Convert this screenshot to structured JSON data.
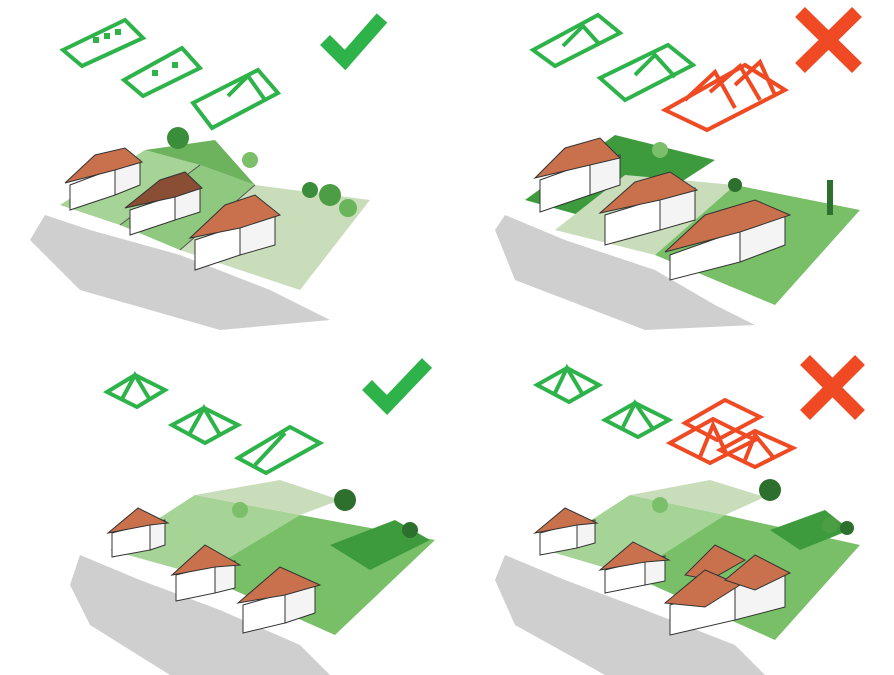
{
  "colors": {
    "good_outline": "#2db34a",
    "bad_outline": "#ef4a23",
    "check_mark": "#2db34a",
    "cross_mark": "#ef4a23",
    "lawn_light": "#9fd08d",
    "lawn_mid": "#79bf68",
    "lawn_dark": "#3e9b3d",
    "street": "#c9c9c9",
    "roof": "#c8714c",
    "wall": "#ffffff"
  },
  "panels": [
    {
      "id": "gable-houses-appropriate",
      "verdict": "check",
      "roof_style": "gable"
    },
    {
      "id": "gable-houses-oversized",
      "verdict": "cross",
      "roof_style": "gable"
    },
    {
      "id": "hip-houses-appropriate",
      "verdict": "check",
      "roof_style": "hip"
    },
    {
      "id": "hip-houses-oversized",
      "verdict": "cross",
      "roof_style": "hip"
    }
  ]
}
